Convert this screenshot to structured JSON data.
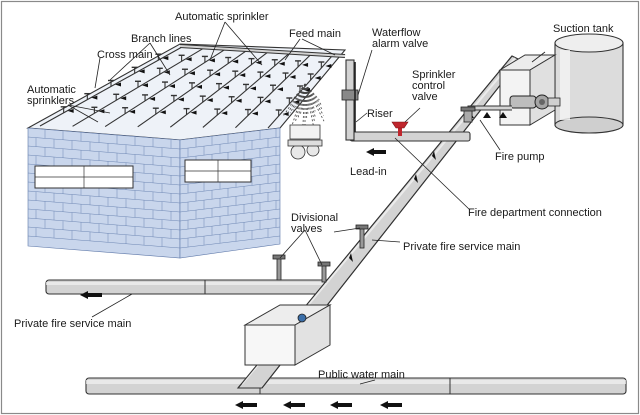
{
  "colors": {
    "building_wall": "#c9d6ec",
    "brick_line": "#5d77a8",
    "pipe": "#d3d3d3",
    "valve_red": "#c0262d",
    "frame": "#8a8a8a"
  },
  "labels": {
    "automatic_sprinkler": "Automatic sprinkler",
    "feed_main": "Feed main",
    "waterflow_alarm_valve": "Waterflow\nalarm valve",
    "suction_tank": "Suction tank",
    "branch_lines": "Branch lines",
    "cross_main": "Cross main",
    "automatic_sprinklers": "Automatic\nsprinklers",
    "sprinkler_control_valve": "Sprinkler\ncontrol\nvalve",
    "riser": "Riser",
    "fire_pump": "Fire pump",
    "lead_in": "Lead-in",
    "fire_department_connection": "Fire department connection",
    "divisional_valves": "Divisional\nvalves",
    "private_fire_service_main_right": "Private fire service main",
    "private_fire_service_main_left": "Private fire service main",
    "public_water_main": "Public water main"
  }
}
